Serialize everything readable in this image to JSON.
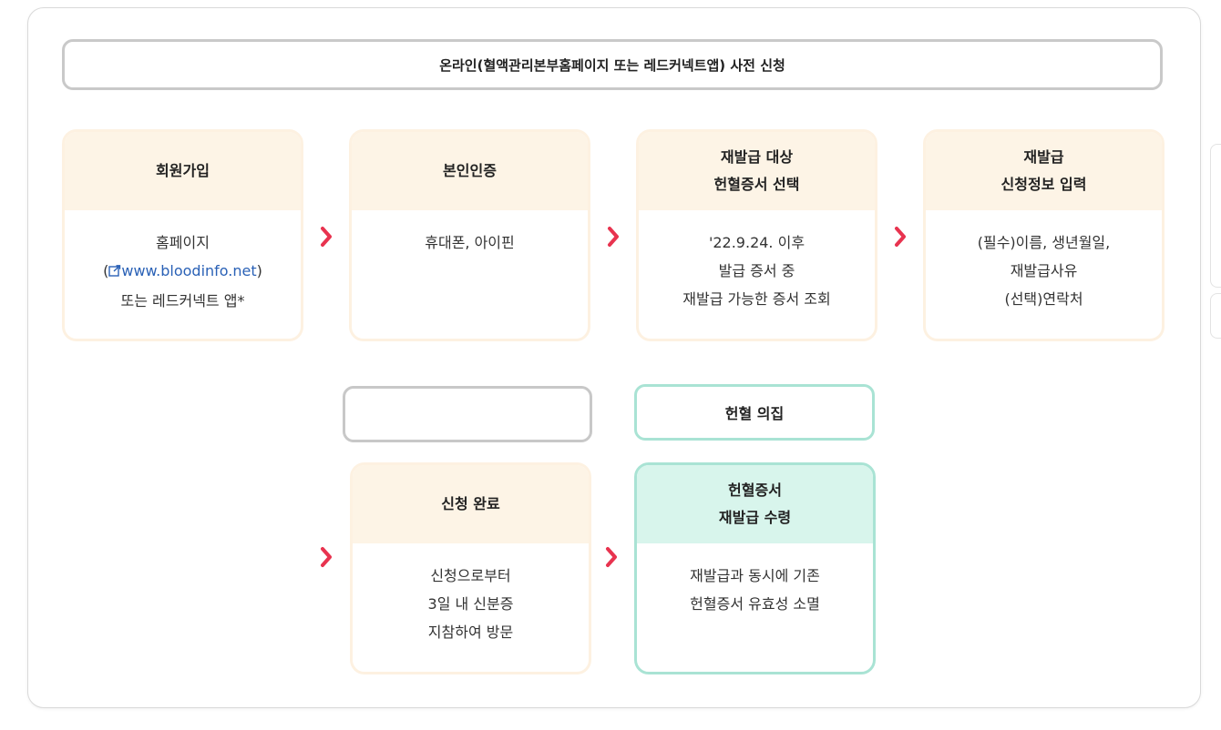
{
  "header": {
    "title": "온라인(혈액관리본부홈페이지 또는 레드커넥트앱) 사전 신청"
  },
  "steps_row1": [
    {
      "title": "회원가입",
      "lines": [
        {
          "text": "홈페이지"
        },
        {
          "prefix": "(",
          "icon": "external-link-icon",
          "link": "www.bloodinfo.net",
          "suffix": ")"
        },
        {
          "text": "또는 레드커넥트 앱*"
        }
      ]
    },
    {
      "title": "본인인증",
      "lines": [
        {
          "text": "휴대폰, 아이핀"
        }
      ]
    },
    {
      "title": "재발급 대상\n헌혈증서 선택",
      "lines": [
        {
          "text": "'22.9.24. 이후"
        },
        {
          "text": "발급 증서 중"
        },
        {
          "text": "재발급 가능한 증서 조회"
        }
      ]
    },
    {
      "title": "재발급\n신청정보 입력",
      "lines": [
        {
          "text": "(필수)이름, 생년월일,"
        },
        {
          "text": "재발급사유"
        },
        {
          "text": "(선택)연락처"
        }
      ]
    }
  ],
  "row2": {
    "empty_label": "",
    "label": "헌혈 의집",
    "steps": [
      {
        "title": "신청 완료",
        "lines": [
          "신청으로부터",
          "3일 내 신분증",
          "지참하여 방문"
        ]
      },
      {
        "title": "헌혈증서\n재발급 수령",
        "lines": [
          "재발급과 동시에 기존",
          "헌혈증서 유효성 소멸"
        ]
      }
    ]
  },
  "colors": {
    "arrow": "#e8334f",
    "card_head": "#fdf4e6",
    "card_border": "#fdf1e1",
    "teal_head": "#d8f5ec",
    "teal_border": "#a9e3d4",
    "link": "#2a61b6"
  }
}
